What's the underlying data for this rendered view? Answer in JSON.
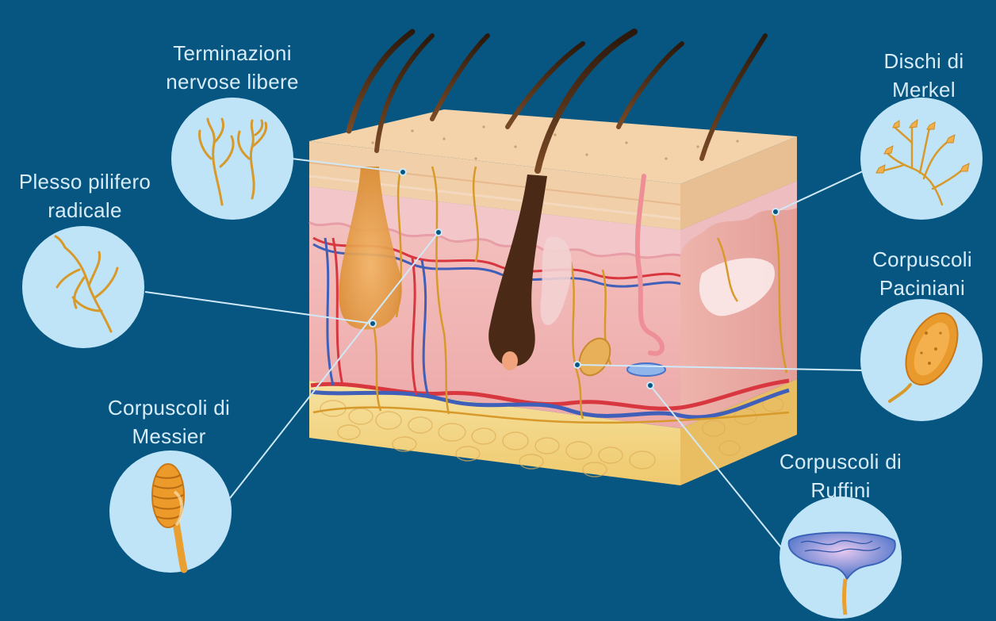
{
  "colors": {
    "background": "#065681",
    "label_text": "#d7ecf8",
    "callout_circle": "#bfe4f7",
    "leader_line": "#cfe9f8",
    "nerve": "#d79a2a",
    "artery": "#d8373f",
    "vein": "#3f5fb8",
    "epidermis": "#f0cfa7",
    "dermis": "#f1b4b0",
    "hypodermis": "#f4d88a",
    "hair": "#3b2414"
  },
  "labels": {
    "free_nerve_endings": "Terminazioni\nnervose libere",
    "hair_root_plexus": "Plesso pilifero\nradicale",
    "meissner": "Corpuscoli di\nMessier",
    "merkel": "Dischi di\nMerkel",
    "pacinian": "Corpuscoli\nPaciniani",
    "ruffini": "Corpuscoli di\nRuffini"
  },
  "icons": {
    "free_nerve_endings": "branching-nerve-endings-icon",
    "hair_root_plexus": "nerve-plexus-icon",
    "meissner": "meissner-corpuscle-icon",
    "merkel": "merkel-disc-icon",
    "pacinian": "pacinian-corpuscle-icon",
    "ruffini": "ruffini-corpuscle-icon"
  }
}
